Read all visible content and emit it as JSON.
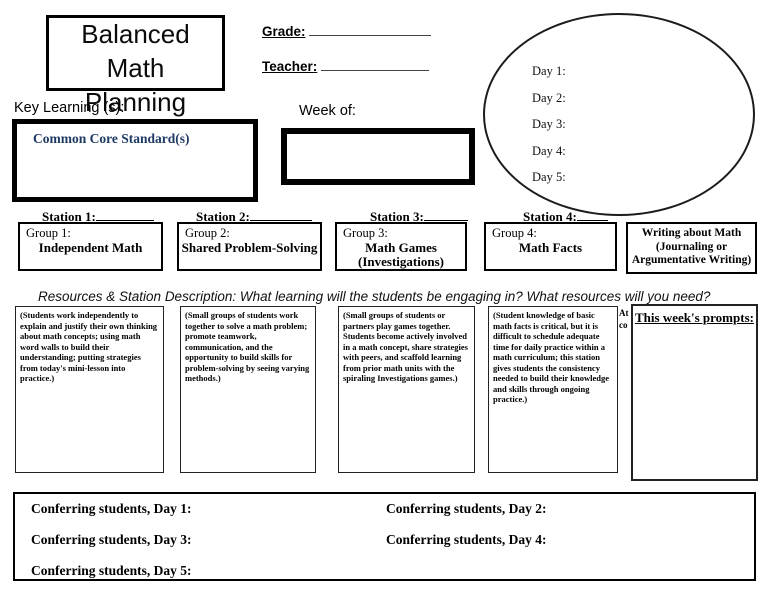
{
  "title": {
    "lines": [
      "Balanced",
      "Math",
      "Planning"
    ]
  },
  "header": {
    "grade_label": "Grade:",
    "teacher_label": "Teacher:",
    "key_learning_label": "Key Learning (s):",
    "week_of_label": "Week of:",
    "common_core_text": "Common Core Standard(s)"
  },
  "days": [
    "Day 1:",
    "Day 2:",
    "Day 3:",
    "Day 4:",
    "Day 5:"
  ],
  "stations": [
    "Station 1:",
    "Station 2:",
    "Station 3:",
    "Station 4:"
  ],
  "groups": [
    {
      "label": "Group 1:",
      "name": "Independent Math"
    },
    {
      "label": "Group 2:",
      "name": "Shared Problem-Solving"
    },
    {
      "label": "Group 3:",
      "name": "Math Games (Investigations)"
    },
    {
      "label": "Group 4:",
      "name": "Math Facts"
    }
  ],
  "writing_box": {
    "lines": [
      "Writing about Math",
      "(Journaling or",
      "Argumentative Writing)"
    ]
  },
  "resources_line": "Resources & Station Description:  What learning will the students be engaging in? What resources will you need?",
  "descriptions": [
    "(Students work independently to explain and justify their own thinking about math concepts; using math word walls to build their understanding; putting strategies from today's mini-lesson into practice.)",
    "(Small groups of students work together to solve a math problem; promote teamwork, communication, and the opportunity to build skills for problem-solving by seeing varying methods.)",
    "(Small groups of students or partners play games together. Students become actively involved in a math concept, share strategies with peers, and scaffold learning from prior math units with the spiraling Investigations games.)",
    "(Student knowledge of basic math facts is critical, but it is difficult to schedule adequate time for daily practice within a math curriculum; this station gives students the consistency needed to build their knowledge and skills through ongoing practice.)"
  ],
  "clipped_fragment": {
    "line1": "At",
    "line2": "co"
  },
  "prompts_box": {
    "title": "This week's prompts:"
  },
  "conferring": [
    "Conferring students, Day 1:",
    "Conferring students, Day 2:",
    "Conferring students, Day 3:",
    "Conferring students, Day 4:",
    "Conferring students, Day 5:"
  ],
  "colors": {
    "ink": "#000000",
    "accent_navy": "#1e3a64",
    "page_bg": "#ffffff"
  }
}
